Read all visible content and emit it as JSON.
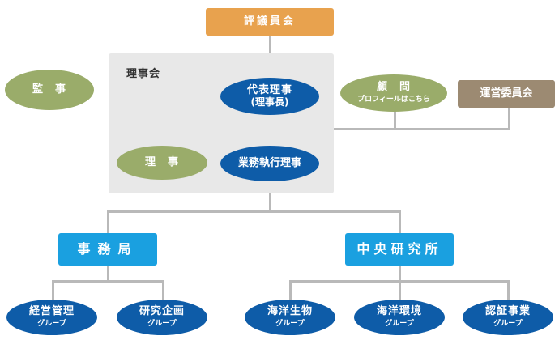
{
  "colors": {
    "orange": "#e8a24e",
    "green": "#9aac6a",
    "navy": "#0e5ca8",
    "blue": "#1aa0e0",
    "brown": "#9c8a72",
    "panel": "#e8e8e8",
    "line": "#b9b9b9"
  },
  "board": {
    "label": "理事会"
  },
  "nodes": {
    "council": {
      "label": "評議員会"
    },
    "auditor": {
      "label": "監　事"
    },
    "chairman": {
      "label": "代表理事",
      "sub": "(理事長)"
    },
    "advisor": {
      "label": "顧　問",
      "sub": "プロフィールはこちら"
    },
    "steering": {
      "label": "運営委員会"
    },
    "director": {
      "label": "理　事"
    },
    "executive": {
      "label": "業務執行理事"
    },
    "secretariat": {
      "label": "事務局"
    },
    "research": {
      "label": "中央研究所"
    },
    "mgmt": {
      "label": "経営管理",
      "sub": "グループ"
    },
    "planning": {
      "label": "研究企画",
      "sub": "グループ"
    },
    "marine_bio": {
      "label": "海洋生物",
      "sub": "グループ"
    },
    "marine_env": {
      "label": "海洋環境",
      "sub": "グループ"
    },
    "certification": {
      "label": "認証事業",
      "sub": "グループ"
    }
  }
}
